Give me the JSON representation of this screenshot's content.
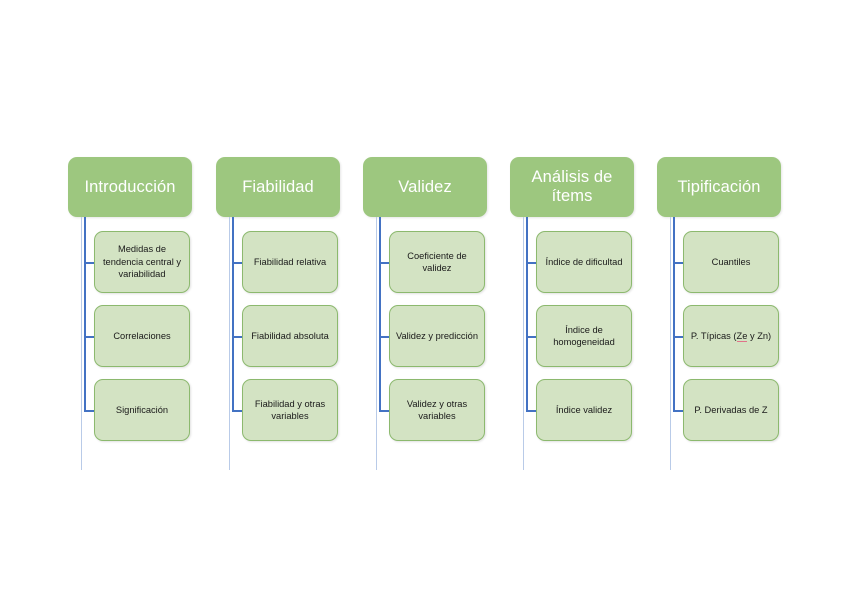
{
  "diagram": {
    "title_text": "",
    "background_color": "#ffffff",
    "header_fill": "#9DC77F",
    "header_text_color": "#ffffff",
    "child_fill": "#D3E3C3",
    "child_border": "#8CB96E",
    "connector_color": "#4372C3",
    "spellcheck_underline_color": "#e0738a",
    "columns": [
      {
        "header": "Introducción",
        "children": [
          "Medidas de tendencia central y variabilidad",
          "Correlaciones",
          "Significación"
        ]
      },
      {
        "header": "Fiabilidad",
        "children": [
          "Fiabilidad relativa",
          "Fiabilidad absoluta",
          "Fiabilidad y otras variables"
        ]
      },
      {
        "header": "Validez",
        "children": [
          "Coeficiente de validez",
          "Validez y predicción",
          "Validez y otras variables"
        ]
      },
      {
        "header": "Análisis de ítems",
        "children": [
          "Índice de dificultad",
          "Índice de homogeneidad",
          "Índice validez"
        ]
      },
      {
        "header": "Tipificación",
        "children": [
          "Cuantiles",
          "P. Típicas (Ze y Zn)",
          "P. Derivadas de Z"
        ]
      }
    ]
  }
}
